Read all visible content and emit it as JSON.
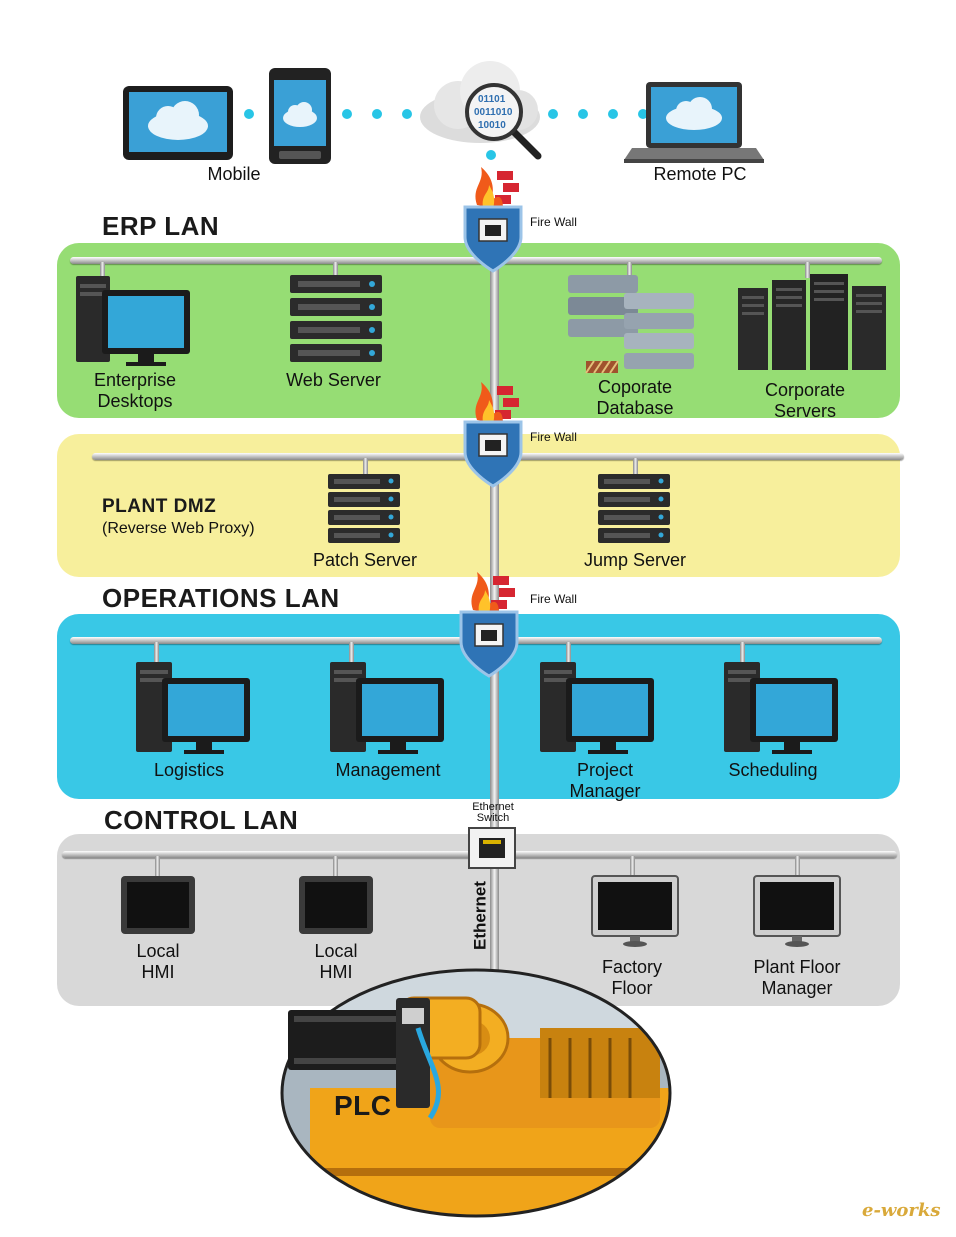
{
  "top": {
    "mobile_label": "Mobile",
    "remote_label": "Remote PC",
    "cloud_bits": [
      "01101",
      "0011010",
      "10010"
    ]
  },
  "firewall_label": "Fire Wall",
  "erp": {
    "title": "ERP LAN",
    "items": [
      {
        "label": "Enterprise\nDesktops"
      },
      {
        "label": "Web Server"
      },
      {
        "label": "Coporate\nDatabase"
      },
      {
        "label": "Corporate\nServers"
      }
    ]
  },
  "dmz": {
    "title": "PLANT DMZ",
    "subtitle": "(Reverse Web Proxy)",
    "items": [
      {
        "label": "Patch Server"
      },
      {
        "label": "Jump Server"
      }
    ]
  },
  "ops": {
    "title": "OPERATIONS LAN",
    "items": [
      {
        "label": "Logistics"
      },
      {
        "label": "Management"
      },
      {
        "label": "Project\nManager"
      },
      {
        "label": "Scheduling"
      }
    ]
  },
  "control": {
    "title": "CONTROL LAN",
    "switch_label": "Ethernet\nSwitch",
    "ethernet_label": "Ethernet",
    "items": [
      {
        "label": "Local\nHMI"
      },
      {
        "label": "Local\nHMI"
      },
      {
        "label": "Factory\nFloor"
      },
      {
        "label": "Plant Floor\nManager"
      }
    ]
  },
  "plc_label": "PLC",
  "watermark": "e-works",
  "colors": {
    "erp": "#96dd74",
    "dmz": "#f7ef9c",
    "ops": "#39c8e6",
    "control": "#d8d8d8",
    "dots": "#28c5e6",
    "plc_body": "#f0a419"
  }
}
